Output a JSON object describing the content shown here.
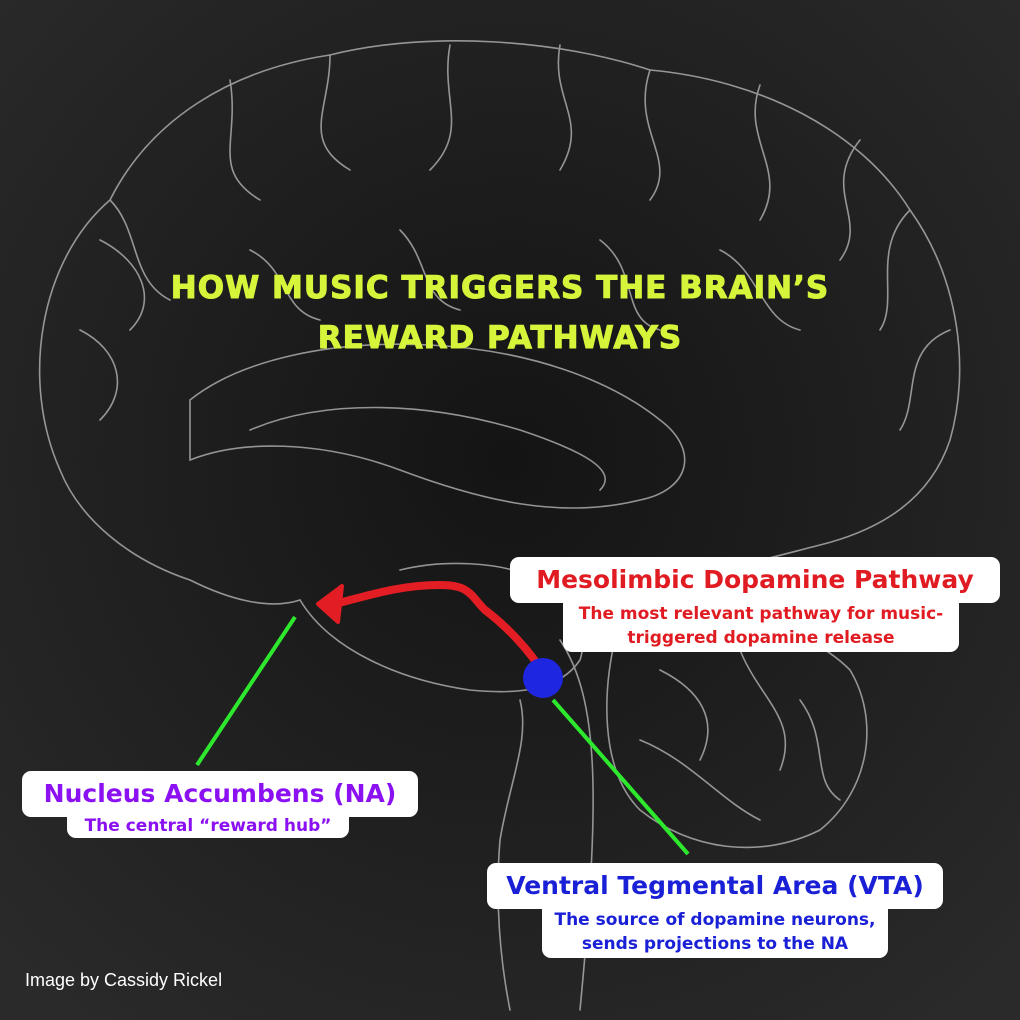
{
  "title": {
    "line1": "HOW MUSIC TRIGGERS THE BRAIN’S",
    "line2": "REWARD PATHWAYS",
    "color": "#d6f53a"
  },
  "labels": {
    "pathway": {
      "heading": "Mesolimbic Dopamine Pathway",
      "line1": "The most relevant pathway for music-",
      "line2": "triggered dopamine release",
      "color": "#e01b22"
    },
    "na": {
      "heading": "Nucleus Accumbens (NA)",
      "line1": "The central “reward hub”",
      "color": "#8b10f2"
    },
    "vta": {
      "heading": "Ventral Tegmental Area (VTA)",
      "line1": "The source of dopamine neurons,",
      "line2": "sends projections to the NA",
      "color": "#1a20d6"
    }
  },
  "credit": "Image by Cassidy Rickel"
}
